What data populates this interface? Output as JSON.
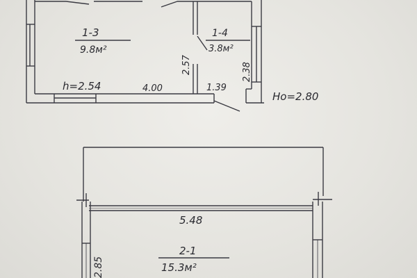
{
  "plan_top": {
    "room_1_3": {
      "name": "1-3",
      "area": "9.8м²"
    },
    "room_1_4": {
      "name": "1-4",
      "area": "3.8м²"
    },
    "dim_vertical_left": "2.57",
    "dim_vertical_right": "2.38",
    "height_label": "h=2.54",
    "dim_width_main": "4.00",
    "dim_width_small": "1.39",
    "ground_height": "Ho=2.80"
  },
  "plan_bottom": {
    "room_2_1": {
      "name": "2-1",
      "area": "15.3м²"
    },
    "dim_width": "5.48",
    "dim_vertical": "2.85"
  }
}
